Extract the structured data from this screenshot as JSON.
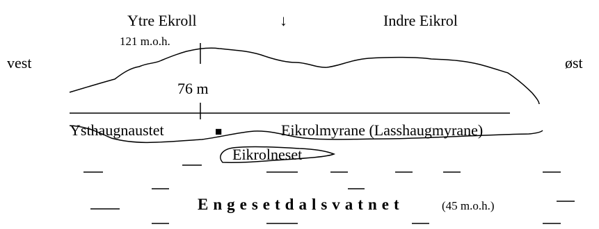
{
  "labels": {
    "ytre_ekroll": "Ytre Ekroll",
    "arrow": "↓",
    "indre_eikrol": "Indre Eikrol",
    "height_summit": "121 m.o.h.",
    "vest": "vest",
    "ost": "øst",
    "height_diff": "76 m",
    "ysthaugnaustet": "Ysthaugnaustet",
    "house_marker": "■",
    "eikrolmyrane": "Eikrolmyrane (Lasshaugmyrane)",
    "eikrolneset": "Eikrolneset",
    "lake_name": "Engesetdalsvatnet",
    "lake_height": "(45 m.o.h.)"
  },
  "colors": {
    "ink": "#000000",
    "background": "#ffffff"
  }
}
